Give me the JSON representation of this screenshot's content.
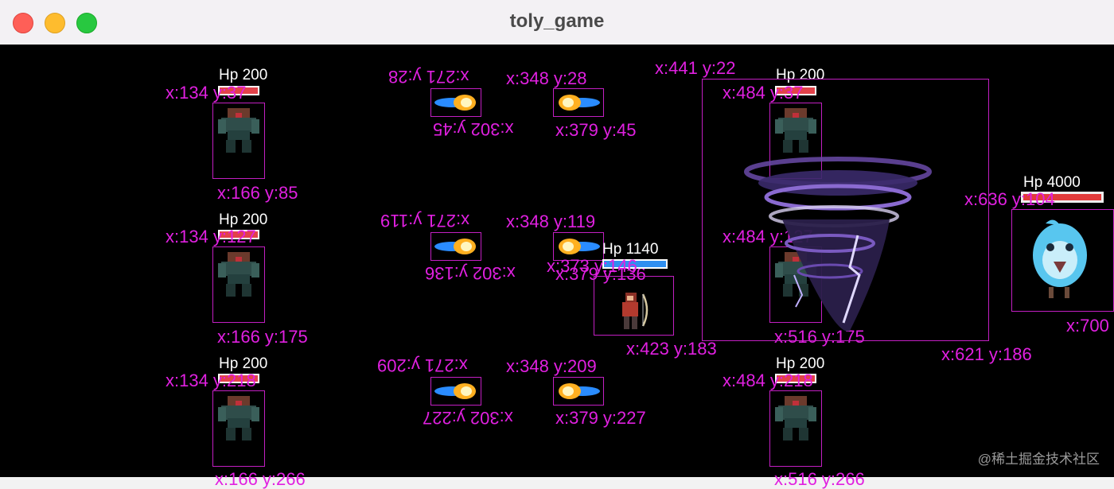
{
  "window": {
    "title": "toly_game"
  },
  "monsters_left": [
    {
      "hp": "Hp 200",
      "tl": "x:134 y:37",
      "br": "x:166 y:85"
    },
    {
      "hp": "Hp 200",
      "tl": "x:134 y:127",
      "br": "x:166 y:175"
    },
    {
      "hp": "Hp 200",
      "tl": "x:134 y:218",
      "br": "x:166 y:266"
    }
  ],
  "bullets_flipped": [
    {
      "tl": "x:271 y:28",
      "br": "x:302 y:45"
    },
    {
      "tl": "x:271 y:119",
      "br": "x:302 y:136"
    },
    {
      "tl": "x:271 y:209",
      "br": "x:302 y:227"
    }
  ],
  "bullets_right": [
    {
      "tl": "x:348 y:28",
      "br": "x:379 y:45"
    },
    {
      "tl": "x:348 y:119",
      "br": "x:379 y:136"
    },
    {
      "tl": "x:348 y:209",
      "br": "x:379 y:227"
    }
  ],
  "player": {
    "hp": "Hp 1140",
    "tl": "x:373 y:146",
    "br": "x:423 y:183"
  },
  "tornado": {
    "tl": "x:441 y:22",
    "br": "x:621 y:186"
  },
  "monsters_right": [
    {
      "hp": "Hp 200",
      "tl": "x:484 y:37",
      "br": ""
    },
    {
      "hp": "Hp 200",
      "tl": "x:484 y:127",
      "br": "x:516 y:175"
    },
    {
      "hp": "Hp 200",
      "tl": "x:484 y:218",
      "br": "x:516 y:266"
    }
  ],
  "boss": {
    "hp": "Hp 4000",
    "tl": "x:636 y:104",
    "br": "x:700"
  },
  "watermark": "@稀土掘金技术社区",
  "colors": {
    "debug": "#e020e0",
    "hp_red": "#e2424a",
    "hp_blue": "#2f8ff0"
  }
}
